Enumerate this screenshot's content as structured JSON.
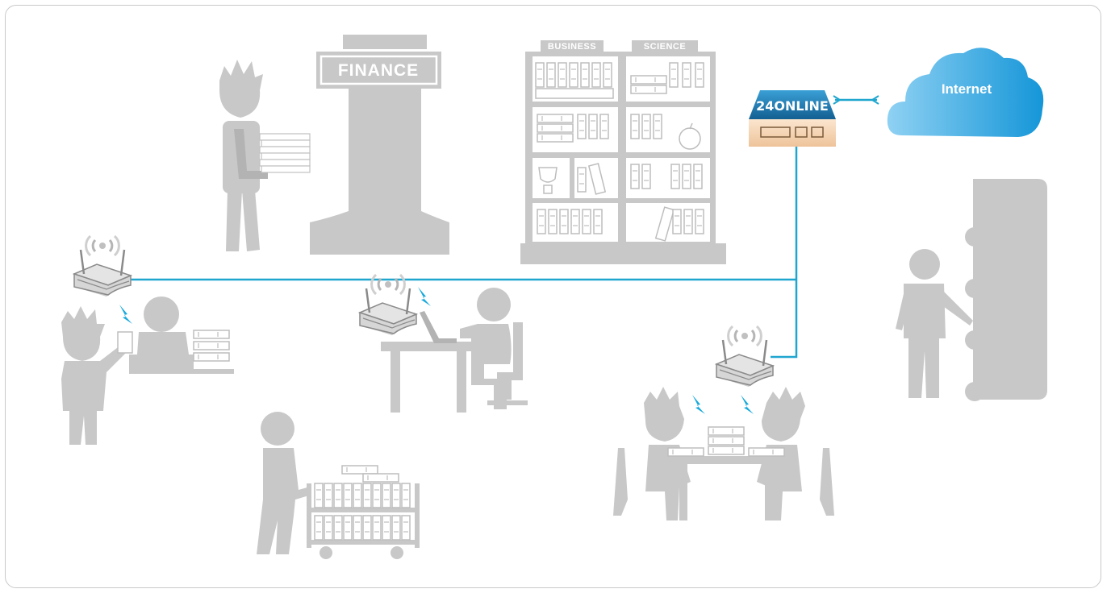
{
  "labels": {
    "finance": "FINANCE",
    "business": "BUSINESS",
    "science": "SCIENCE",
    "appliance_brand": "24ONLINE",
    "internet": "Internet"
  },
  "icons": {
    "people": "person-silhouette-icon",
    "router": "wifi-router-icon",
    "wireless_link": "lightning-bolt-icon",
    "appliance": "gateway-appliance-icon",
    "cloud": "cloud-icon"
  },
  "colors": {
    "network_line": "#1fa6cf",
    "silhouette": "#c8c8c8",
    "cloud": "#29a8e0",
    "appliance_top": "#1e7fb5",
    "appliance_front": "#f3d4b0",
    "bolt": "#19a9dc"
  }
}
